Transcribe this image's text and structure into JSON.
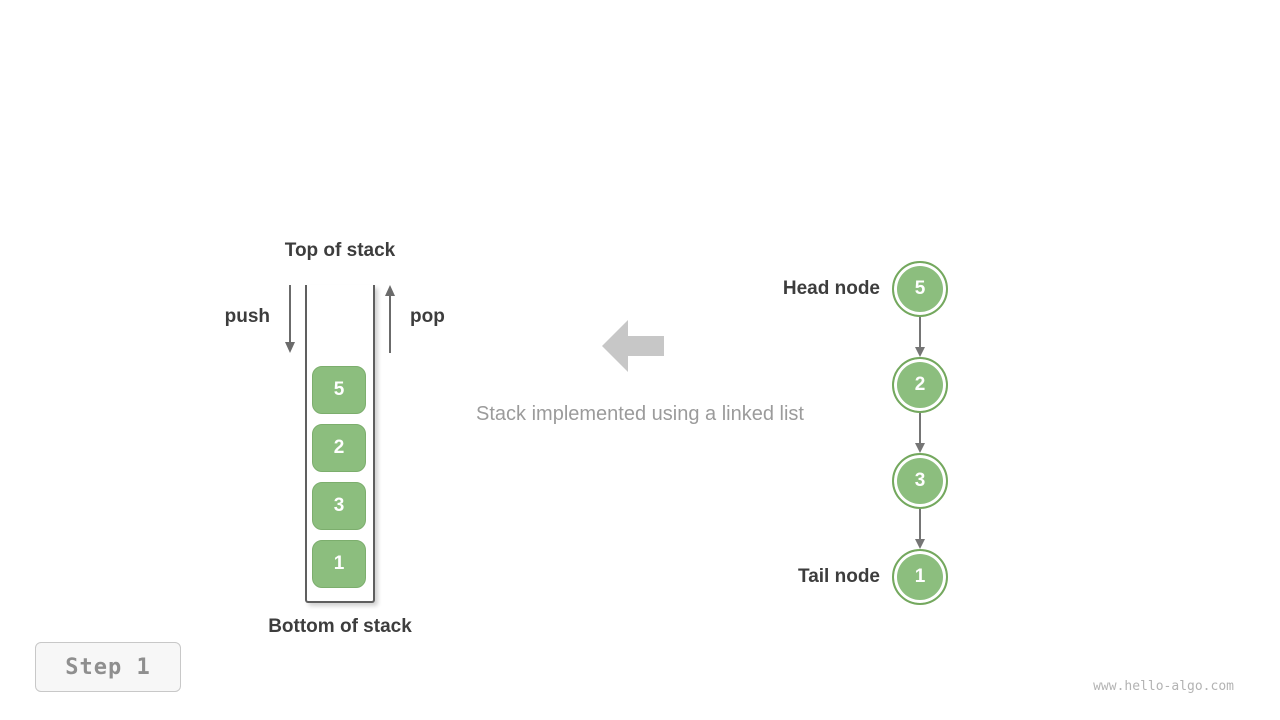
{
  "colors": {
    "node_green": "#8cbe7e",
    "node_green_border": "#74a85e",
    "text_dark": "#3d3d3d",
    "caption_gray": "#9b9b9b",
    "arrow_gray": "#6b6b6b",
    "big_arrow_gray": "#c7c7c7",
    "badge_bg": "#f7f7f7",
    "badge_border": "#c8c8c8",
    "watermark_gray": "#b3b3b3"
  },
  "stack": {
    "top_label": "Top of stack",
    "bottom_label": "Bottom of stack",
    "push_label": "push",
    "pop_label": "pop",
    "items": [
      "5",
      "2",
      "3",
      "1"
    ]
  },
  "caption": "Stack implemented using a linked list",
  "linked_list": {
    "head_label": "Head node",
    "tail_label": "Tail node",
    "nodes": [
      "5",
      "2",
      "3",
      "1"
    ]
  },
  "step_badge": "Step 1",
  "watermark": "www.hello-algo.com"
}
